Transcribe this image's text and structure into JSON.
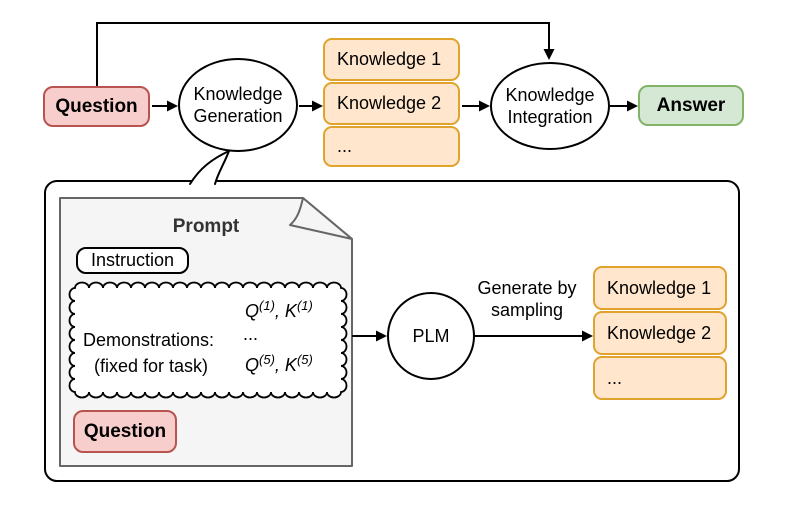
{
  "colors": {
    "pink_fill": "#f8cecc",
    "pink_stroke": "#b85450",
    "orange_fill": "#ffe6cc",
    "orange_stroke": "#dfa32e",
    "green_fill": "#d5e8d4",
    "green_stroke": "#82b366",
    "panel_fill": "#f5f5f5",
    "panel_stroke": "#666666",
    "line": "#000000"
  },
  "flow": {
    "question_label": "Question",
    "generation_ellipse": {
      "line1": "Knowledge",
      "line2": "Generation"
    },
    "knowledge_items": [
      "Knowledge 1",
      "Knowledge 2",
      "..."
    ],
    "integration_ellipse": {
      "line1": "Knowledge",
      "line2": "Integration"
    },
    "answer_label": "Answer"
  },
  "detail": {
    "prompt_title": "Prompt",
    "instruction_label": "Instruction",
    "demonstrations": {
      "caption_line1": "Demonstrations:",
      "caption_line2": "(fixed for task)",
      "pair_top": {
        "var1": "Q",
        "sup1": "(1)",
        "sep": ", ",
        "var2": "K",
        "sup2": "(1)"
      },
      "ellipsis": "...",
      "pair_bottom": {
        "var1": "Q",
        "sup1": "(5)",
        "sep": ", ",
        "var2": "K",
        "sup2": "(5)"
      }
    },
    "question_label": "Question",
    "plm_label": "PLM",
    "sampling_caption": {
      "line1": "Generate by",
      "line2": "sampling"
    },
    "knowledge_items": [
      "Knowledge 1",
      "Knowledge 2",
      "..."
    ]
  }
}
